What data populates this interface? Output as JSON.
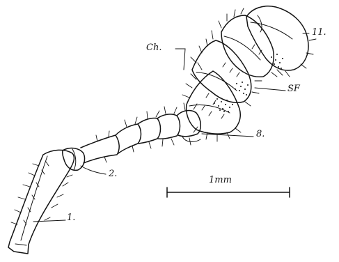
{
  "labels": {
    "ch": "Ch.",
    "eleven": "11.",
    "sf": "SF",
    "eight": "8.",
    "two": "2.",
    "one": "1."
  },
  "scale_bar": {
    "label": "1mm"
  },
  "colors": {
    "ink": "#141414",
    "background": "#ffffff"
  }
}
